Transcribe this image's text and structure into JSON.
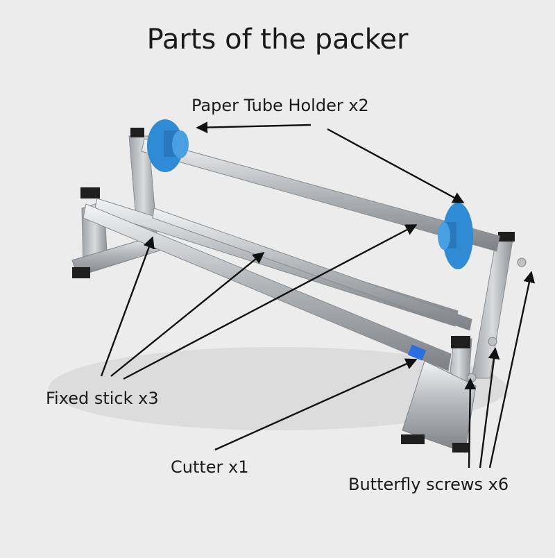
{
  "title": "Parts of the packer",
  "labels": {
    "paper_tube_holder": "Paper Tube Holder x2",
    "fixed_stick": "Fixed stick x3",
    "cutter": "Cutter x1",
    "butterfly_screws": "Butterfly screws x6"
  },
  "colors": {
    "background": "#ececec",
    "steel": "#b9bcbf",
    "holder_blue": "#2f8bd4",
    "cutter_blue": "#2a6fe0",
    "foot_black": "#1f1f1f",
    "text": "#1a1a1a"
  }
}
